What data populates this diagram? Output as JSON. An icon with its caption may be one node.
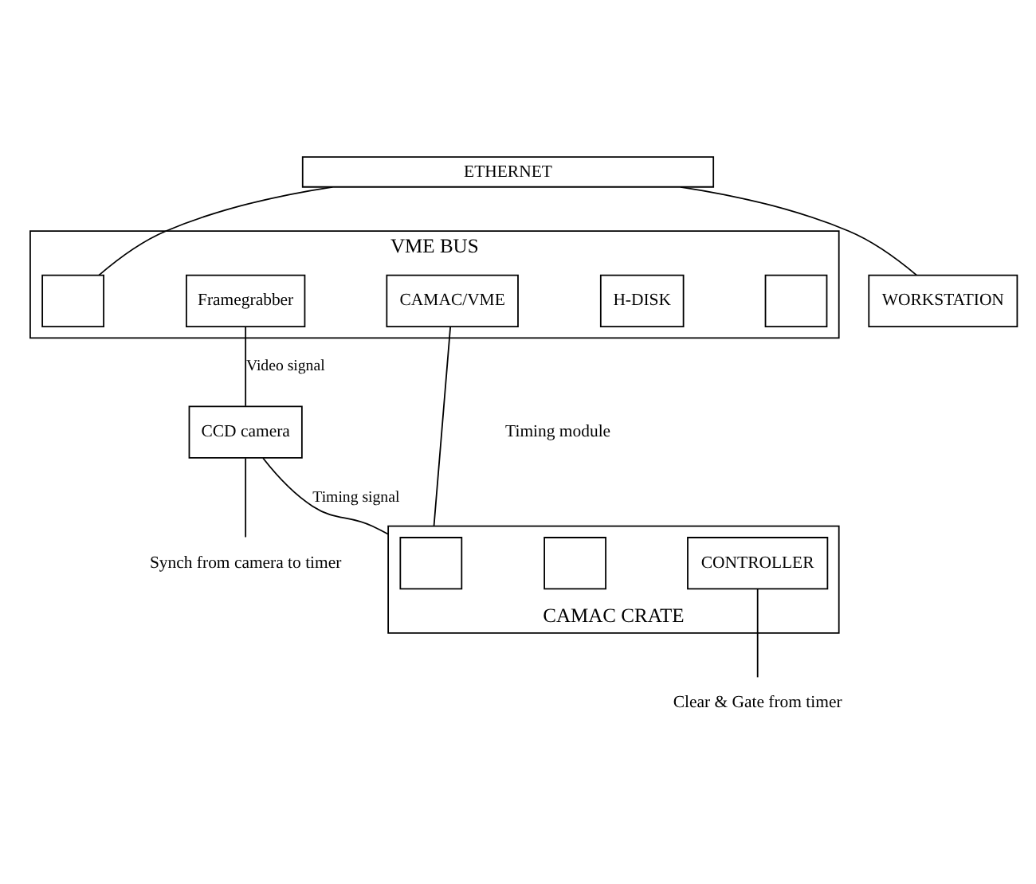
{
  "diagram": {
    "nodes": [
      {
        "text": [
          "ETHERNET"
        ]
      },
      {
        "text": [
          "WORKSTATION"
        ]
      },
      {
        "text": [
          "VME BUS"
        ]
      },
      {
        "text": [],
        "shape": "box",
        "in": 2
      },
      {
        "text": [
          "Framegrabber"
        ],
        "in": 2
      },
      {
        "text": [
          "CAMAC/VME"
        ],
        "in": 2
      },
      {
        "text": [
          "H-DISK"
        ],
        "in": 2
      },
      {
        "text": [],
        "shape": "box",
        "in": 2
      },
      {
        "text": [
          "CCD camera"
        ]
      },
      {
        "text": [
          "CAMAC CRATE"
        ]
      },
      {
        "text": [],
        "shape": "box",
        "in": 9
      },
      {
        "text": [],
        "shape": "box",
        "in": 9
      },
      {
        "text": [
          "CONTROLLER"
        ],
        "in": 9
      },
      {
        "text": [
          "Synch from camera to timer"
        ]
      },
      {
        "text": [
          "Clear & Gate from timer"
        ]
      }
    ],
    "edges": [
      {
        "from": 0,
        "to": 3,
        "arrow": "none"
      },
      {
        "from": 0,
        "to": 1,
        "arrow": "none"
      },
      {
        "from": 4,
        "to": 8,
        "arrow": "none",
        "label": "Video signal"
      },
      {
        "from": 5,
        "to": 9,
        "arrow": "none"
      },
      {
        "from": 8,
        "to": 9,
        "arrow": "none",
        "label": "Timing signal"
      },
      {
        "from": 8,
        "to": 13,
        "arrow": "none"
      },
      {
        "from": 12,
        "to": 14,
        "arrow": "none"
      }
    ],
    "labels": [
      "Timing module"
    ]
  }
}
